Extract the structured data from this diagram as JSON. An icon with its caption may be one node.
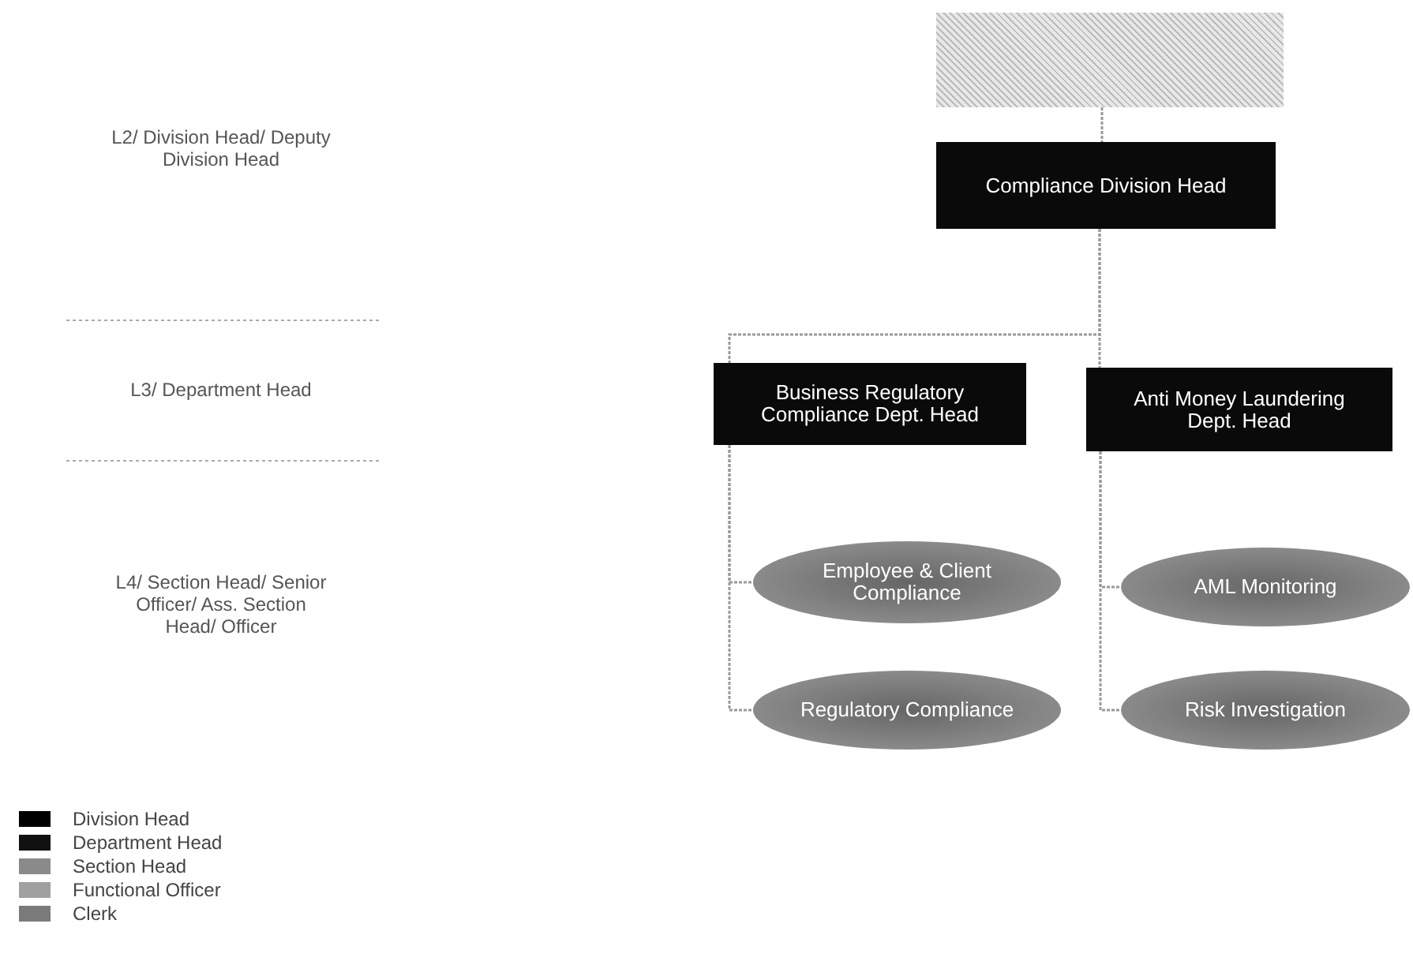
{
  "diagram": {
    "nodes": [
      {
        "text": [],
        "shape": "box"
      },
      {
        "text": [
          "Compliance Division Head"
        ]
      },
      {
        "text": [
          "Business Regulatory Compliance Dept. Head"
        ]
      },
      {
        "text": [
          "Anti Money Laundering Dept. Head"
        ]
      },
      {
        "text": [
          "Employee & Client Compliance"
        ]
      },
      {
        "text": [
          "Regulatory Compliance"
        ]
      },
      {
        "text": [
          "AML Monitoring"
        ]
      },
      {
        "text": [
          "Risk Investigation"
        ]
      }
    ],
    "edges": [
      {
        "from": 0,
        "to": 1,
        "arrow": "none"
      },
      {
        "from": 1,
        "to": 2,
        "arrow": "none"
      },
      {
        "from": 1,
        "to": 3,
        "arrow": "none"
      },
      {
        "from": 2,
        "to": 4,
        "arrow": "none"
      },
      {
        "from": 2,
        "to": 5,
        "arrow": "none"
      },
      {
        "from": 3,
        "to": 6,
        "arrow": "none"
      },
      {
        "from": 3,
        "to": 7,
        "arrow": "none"
      }
    ],
    "labels": [
      "L2/ Division Head/ Deputy Division Head",
      "L3/ Department Head",
      "L4/ Section Head/ Senior Officer/ Ass. Section Head/ Officer"
    ],
    "legend": [
      {
        "text": "Division Head",
        "color": "#000000"
      },
      {
        "text": "Department Head",
        "color": "#111111"
      },
      {
        "text": "Section Head",
        "color": "#8a8a8a"
      },
      {
        "text": "Functional Officer",
        "color": "#a0a0a0"
      },
      {
        "text": "Clerk",
        "color": "#7a7a7a"
      }
    ]
  }
}
